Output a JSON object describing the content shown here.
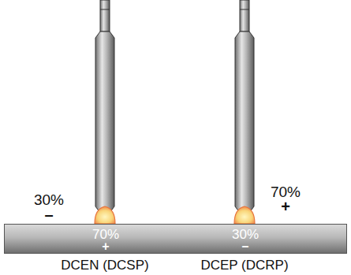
{
  "diagram": {
    "nodes": [
      {
        "text": [
          "70%",
          "30%",
          "+",
          "–"
        ]
      }
    ],
    "labels": [
      "30%",
      "–",
      "70%",
      "+",
      "DCEN (DCSP)",
      "DCEP (DCRP)"
    ]
  }
}
